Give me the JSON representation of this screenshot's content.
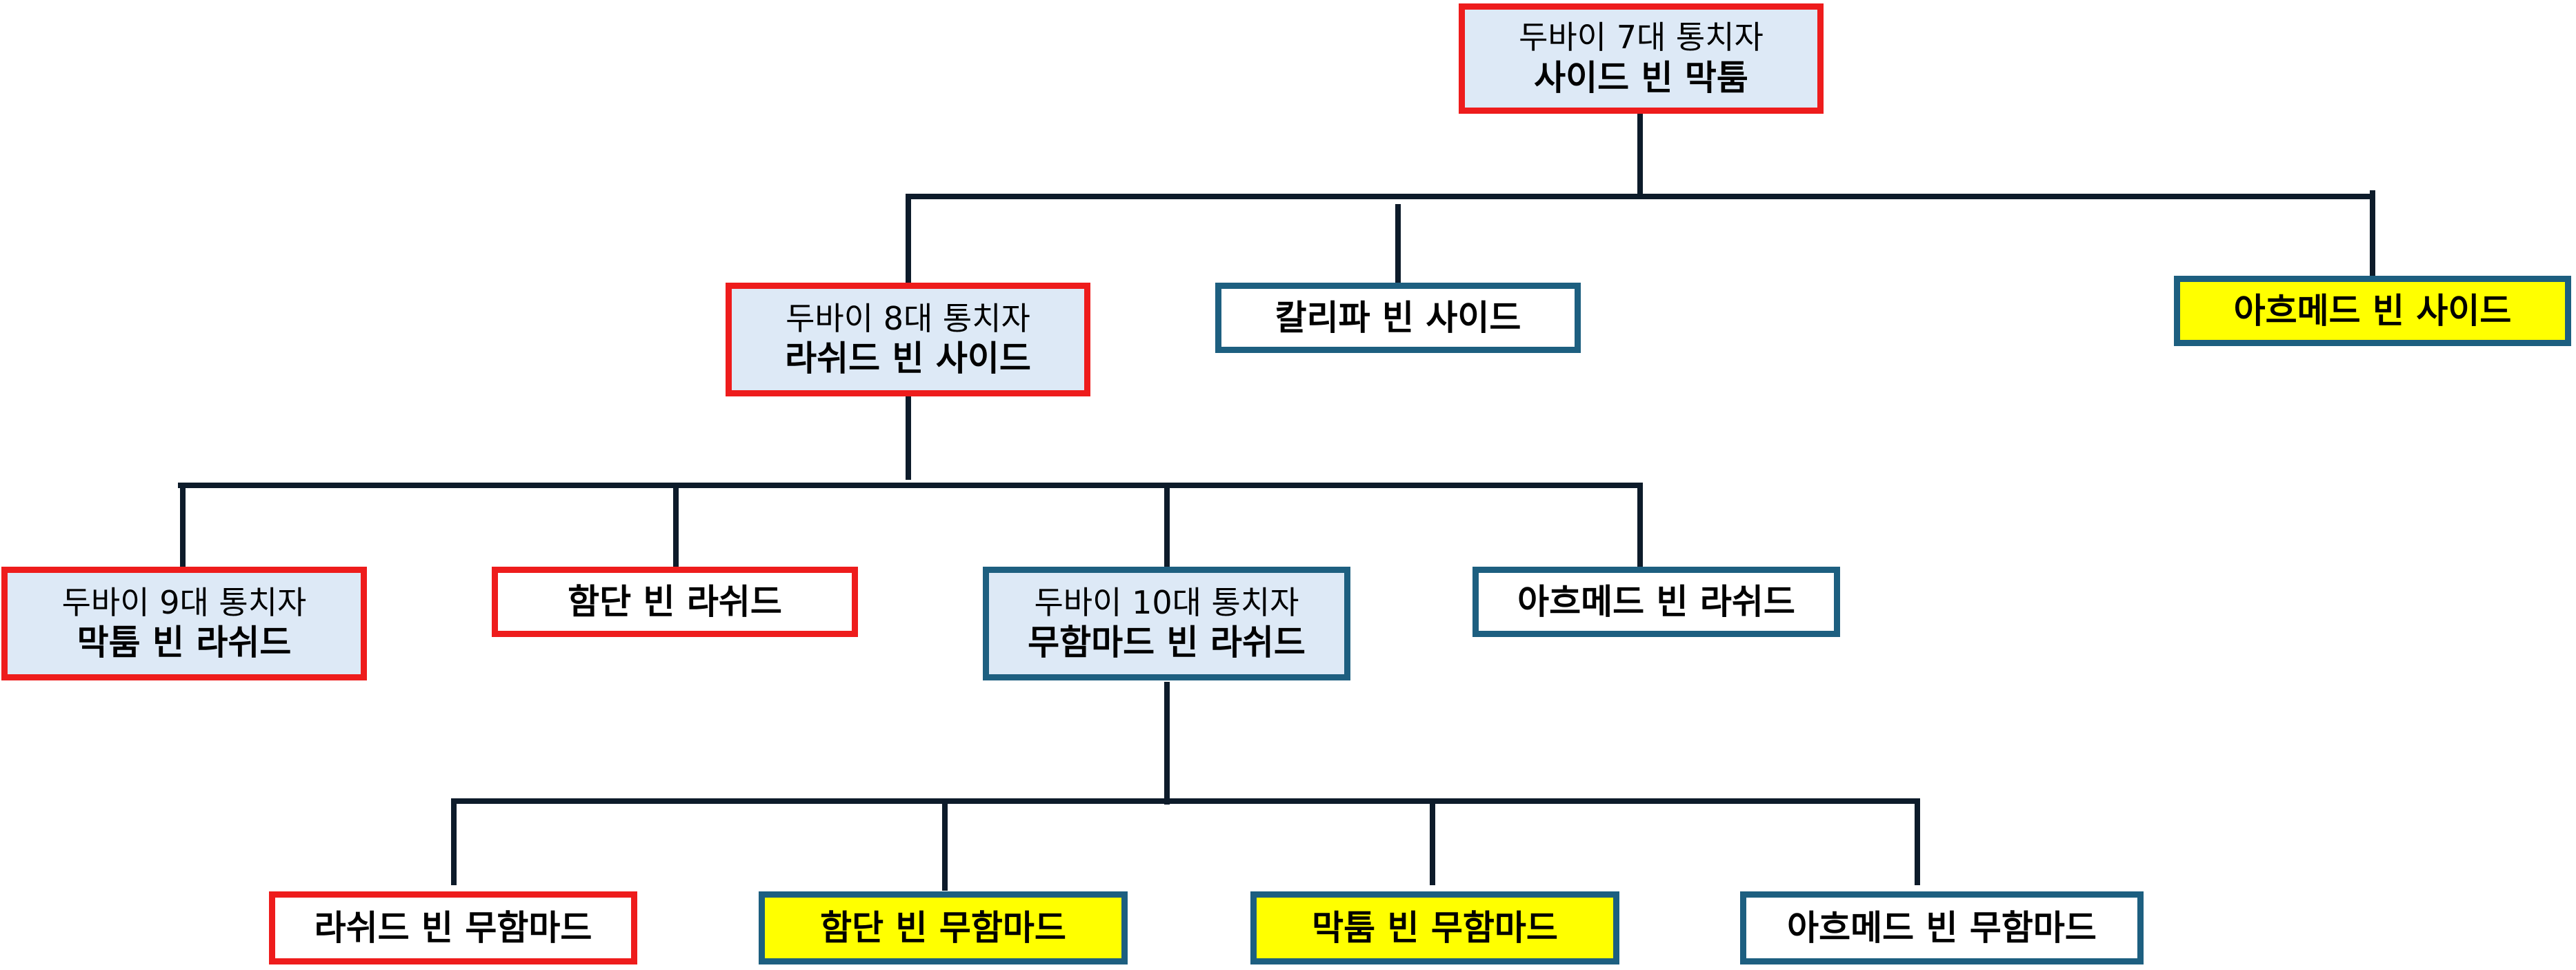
{
  "nodes": {
    "n7": {
      "line1": "두바이 7대 통치자",
      "line2": "사이드 빈 막툼"
    },
    "n8": {
      "line1": "두바이 8대 통치자",
      "line2": "라쉬드 빈 사이드"
    },
    "khalifa": {
      "line1": "칼리파 빈 사이드"
    },
    "ahmed_said": {
      "line1": "아흐메드 빈 사이드"
    },
    "n9": {
      "line1": "두바이 9대 통치자",
      "line2": "막툼 빈 라쉬드"
    },
    "hamdan_rashid": {
      "line1": "함단 빈 라쉬드"
    },
    "n10": {
      "line1": "두바이 10대 통치자",
      "line2": "무함마드 빈 라쉬드"
    },
    "ahmed_rashid": {
      "line1": "아흐메드 빈 라쉬드"
    },
    "rashid_mohammed": {
      "line1": "라쉬드 빈 무함마드"
    },
    "hamdan_mohammed": {
      "line1": "함단 빈 무함마드"
    },
    "maktoum_mohammed": {
      "line1": "막툼 빈 무함마드"
    },
    "ahmed_mohammed": {
      "line1": "아흐메드 빈 무함마드"
    }
  },
  "colors": {
    "red_border": "#ee1c1c",
    "blue_border": "#1d5f80",
    "light_blue_fill": "#dde9f6",
    "yellow_fill": "#ffff00",
    "connector": "#0d1b2a"
  }
}
